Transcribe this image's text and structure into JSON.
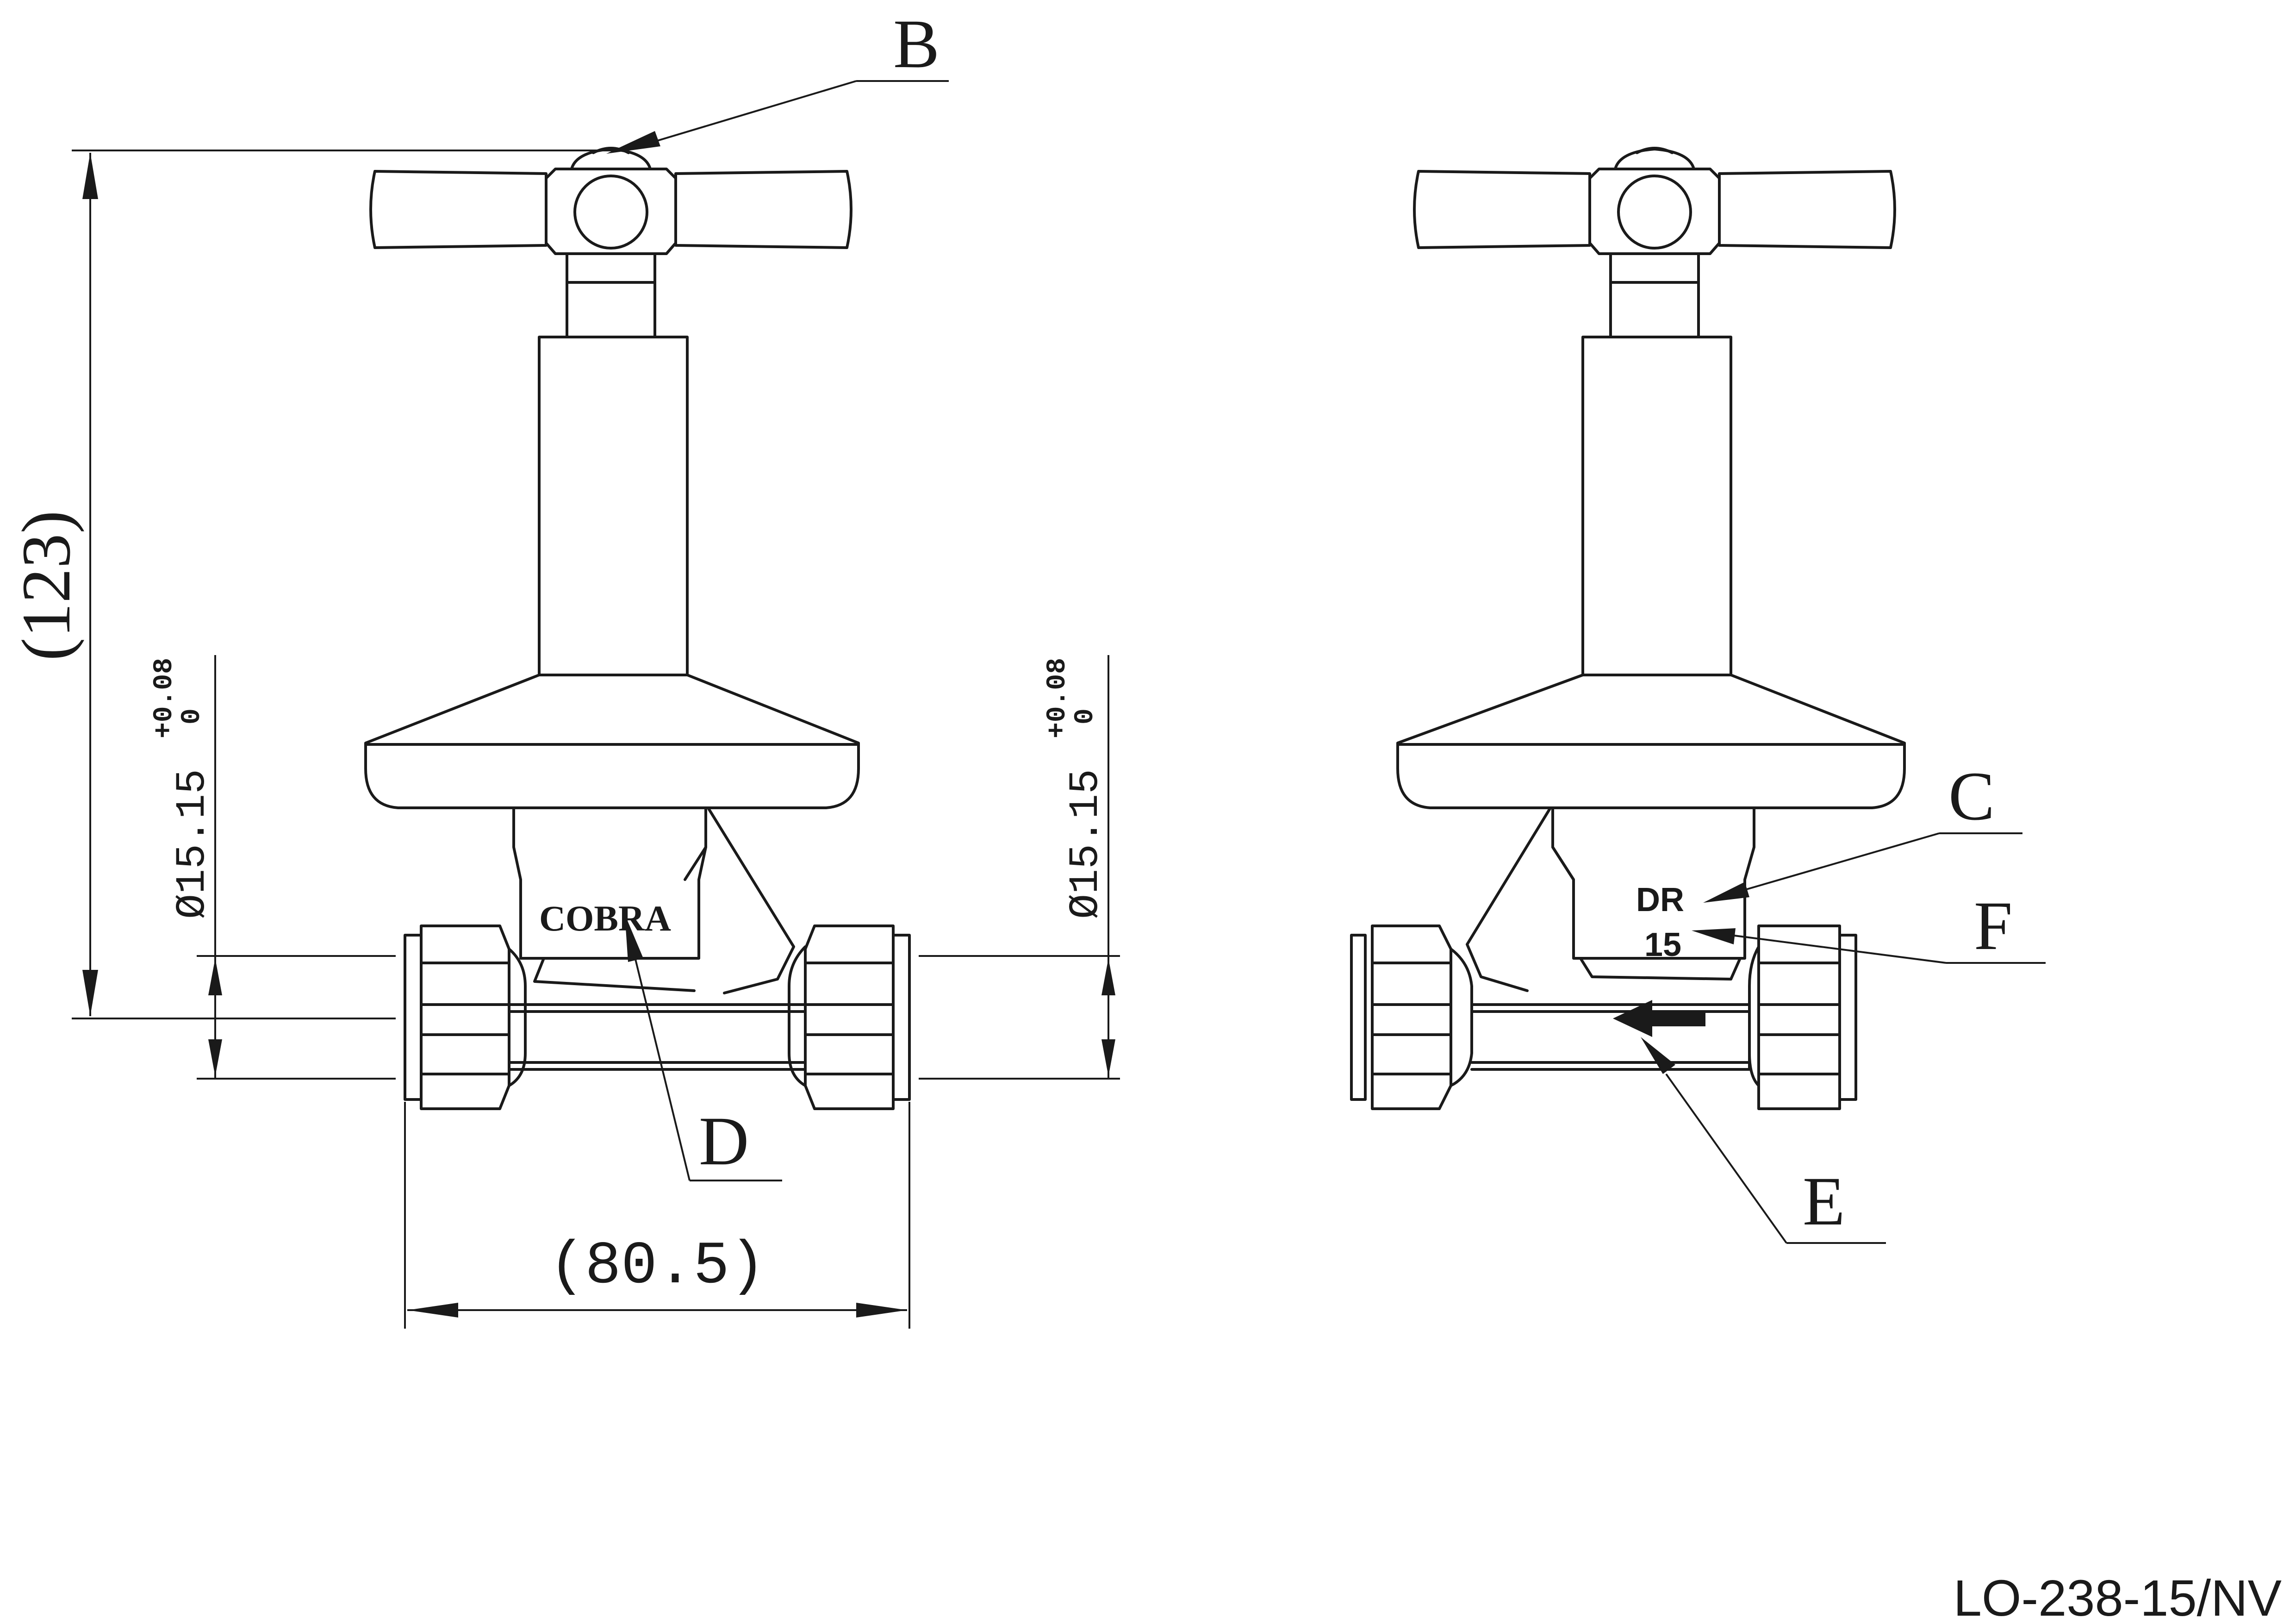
{
  "labels": {
    "b": "B",
    "c": "C",
    "d": "D",
    "e": "E",
    "f": "F"
  },
  "dimensions": {
    "height": "(123)",
    "width": "(80.5)",
    "pipe_left_main": "Ø15.15",
    "pipe_left_tol_upper": "+0.08",
    "pipe_left_tol_lower": "0",
    "pipe_right_main": "Ø15.15",
    "pipe_right_tol_upper": "+0.08",
    "pipe_right_tol_lower": "0"
  },
  "markings": {
    "brand": "COBRA",
    "model": "DR",
    "size": "15"
  },
  "drawing_number": "LO-238-15/NV"
}
